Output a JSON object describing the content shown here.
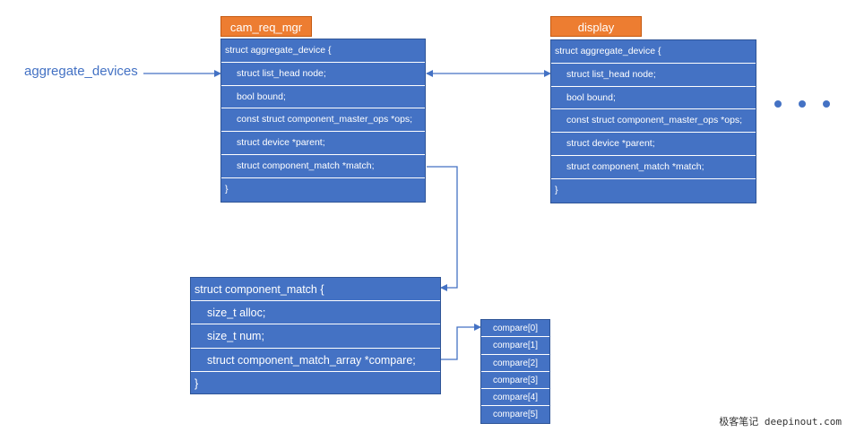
{
  "external_label": "aggregate_devices",
  "blocks": {
    "cam": {
      "tab": "cam_req_mgr",
      "rows": [
        "struct aggregate_device {",
        "struct list_head node;",
        "bool bound;",
        "const struct component_master_ops *ops;",
        "struct device *parent;",
        "struct component_match *match;",
        "}"
      ]
    },
    "display": {
      "tab": "display",
      "rows": [
        "struct aggregate_device {",
        "struct list_head node;",
        "bool bound;",
        "const struct component_master_ops *ops;",
        "struct device *parent;",
        "struct component_match *match;",
        "}"
      ]
    },
    "match": {
      "rows": [
        "struct component_match {",
        "size_t alloc;",
        "size_t num;",
        "struct component_match_array *compare;",
        "}"
      ]
    },
    "compare": {
      "rows": [
        "compare[0]",
        "compare[1]",
        "compare[2]",
        "compare[3]",
        "compare[4]",
        "compare[5]"
      ]
    }
  },
  "watermark": "极客笔记 deepinout.com",
  "colors": {
    "box": "#4472c4",
    "tab": "#ed7d31",
    "line": "#4472c4"
  }
}
